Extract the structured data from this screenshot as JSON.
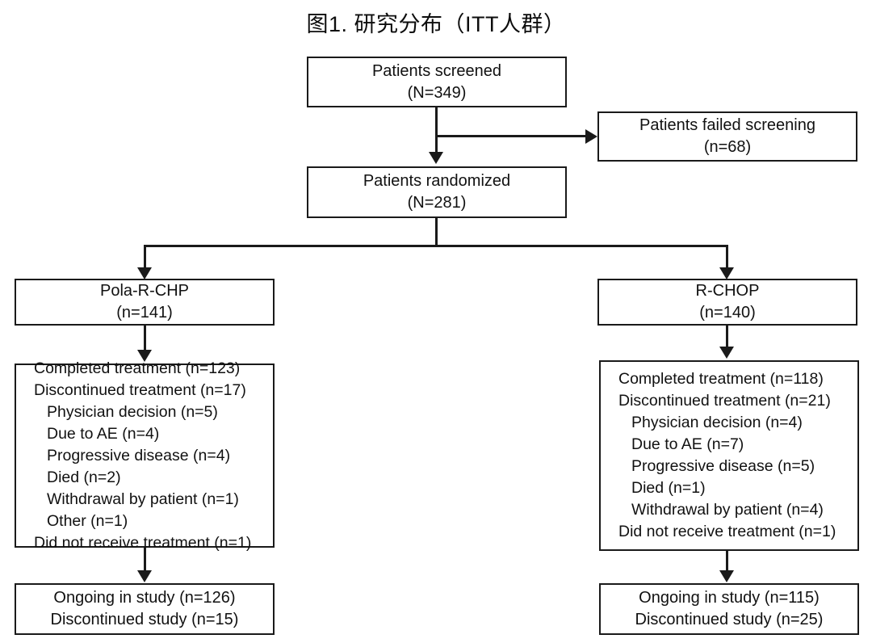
{
  "figure": {
    "title": "图1. 研究分布（ITT人群）"
  },
  "nodes": {
    "screened": {
      "lines": [
        "Patients screened",
        "(N=349)"
      ]
    },
    "failed_screening": {
      "lines": [
        "Patients failed screening",
        "(n=68)"
      ]
    },
    "randomized": {
      "lines": [
        "Patients randomized",
        "(N=281)"
      ]
    },
    "arm_left": {
      "lines": [
        "Pola-R-CHP",
        "(n=141)"
      ]
    },
    "arm_right": {
      "lines": [
        "R-CHOP",
        "(n=140)"
      ]
    },
    "detail_left": {
      "lines": [
        {
          "text": "Completed treatment (n=123)",
          "indent": false
        },
        {
          "text": "Discontinued treatment (n=17)",
          "indent": false
        },
        {
          "text": "Physician decision (n=5)",
          "indent": true
        },
        {
          "text": "Due to AE (n=4)",
          "indent": true
        },
        {
          "text": "Progressive disease (n=4)",
          "indent": true
        },
        {
          "text": "Died (n=2)",
          "indent": true
        },
        {
          "text": "Withdrawal by patient (n=1)",
          "indent": true
        },
        {
          "text": "Other (n=1)",
          "indent": true
        },
        {
          "text": "Did not receive treatment (n=1)",
          "indent": false
        }
      ]
    },
    "detail_right": {
      "lines": [
        {
          "text": "Completed treatment (n=118)",
          "indent": false
        },
        {
          "text": "Discontinued treatment (n=21)",
          "indent": false
        },
        {
          "text": "Physician decision (n=4)",
          "indent": true
        },
        {
          "text": "Due to AE (n=7)",
          "indent": true
        },
        {
          "text": "Progressive disease (n=5)",
          "indent": true
        },
        {
          "text": "Died (n=1)",
          "indent": true
        },
        {
          "text": "Withdrawal by patient (n=4)",
          "indent": true
        },
        {
          "text": "Did not receive treatment (n=1)",
          "indent": false
        }
      ]
    },
    "outcome_left": {
      "lines": [
        "Ongoing in study (n=126)",
        "Discontinued study (n=15)"
      ]
    },
    "outcome_right": {
      "lines": [
        "Ongoing in study (n=115)",
        "Discontinued study (n=25)"
      ]
    }
  },
  "chart_data": {
    "type": "diagram",
    "title": "图1. 研究分布（ITT人群）",
    "flow": [
      {
        "id": "screened",
        "label": "Patients screened",
        "n": 349,
        "n_label": "N=349"
      },
      {
        "id": "failed_screening",
        "label": "Patients failed screening",
        "n": 68,
        "n_label": "n=68"
      },
      {
        "id": "randomized",
        "label": "Patients randomized",
        "n": 281,
        "n_label": "N=281"
      },
      {
        "id": "arm_left",
        "label": "Pola-R-CHP",
        "n": 141,
        "n_label": "n=141"
      },
      {
        "id": "arm_right",
        "label": "R-CHOP",
        "n": 140,
        "n_label": "n=140"
      }
    ],
    "edges": [
      {
        "from": "screened",
        "to": "failed_screening"
      },
      {
        "from": "screened",
        "to": "randomized"
      },
      {
        "from": "randomized",
        "to": "arm_left"
      },
      {
        "from": "randomized",
        "to": "arm_right"
      },
      {
        "from": "arm_left",
        "to": "detail_left"
      },
      {
        "from": "arm_right",
        "to": "detail_right"
      },
      {
        "from": "detail_left",
        "to": "outcome_left"
      },
      {
        "from": "detail_right",
        "to": "outcome_right"
      }
    ],
    "arms": [
      {
        "name": "Pola-R-CHP",
        "randomized": 141,
        "completed_treatment": 123,
        "discontinued_treatment": 17,
        "discontinuation_reasons": {
          "Physician decision": 5,
          "Due to AE": 4,
          "Progressive disease": 4,
          "Died": 2,
          "Withdrawal by patient": 1,
          "Other": 1
        },
        "did_not_receive_treatment": 1,
        "ongoing_in_study": 126,
        "discontinued_study": 15
      },
      {
        "name": "R-CHOP",
        "randomized": 140,
        "completed_treatment": 118,
        "discontinued_treatment": 21,
        "discontinuation_reasons": {
          "Physician decision": 4,
          "Due to AE": 7,
          "Progressive disease": 5,
          "Died": 1,
          "Withdrawal by patient": 4
        },
        "did_not_receive_treatment": 1,
        "ongoing_in_study": 115,
        "discontinued_study": 25
      }
    ]
  }
}
